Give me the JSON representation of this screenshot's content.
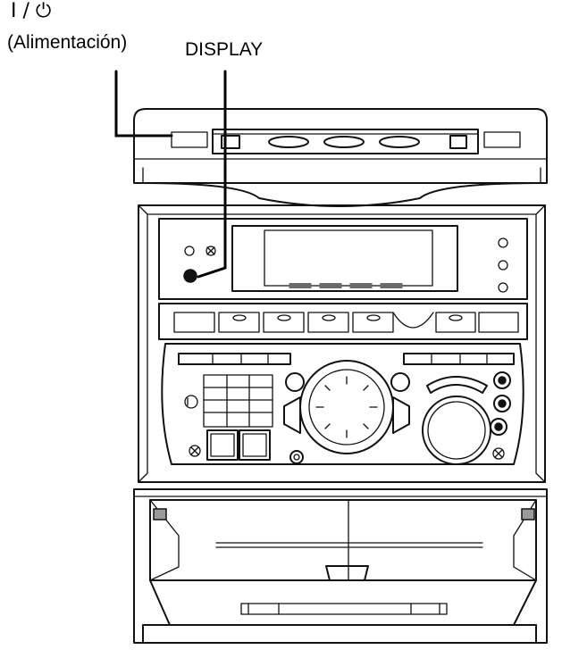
{
  "labels": {
    "power_symbol": "I / ⏻",
    "power_name": "(Alimentación)",
    "display": "DISPLAY"
  },
  "colors": {
    "line": "#111111",
    "background": "#ffffff"
  }
}
